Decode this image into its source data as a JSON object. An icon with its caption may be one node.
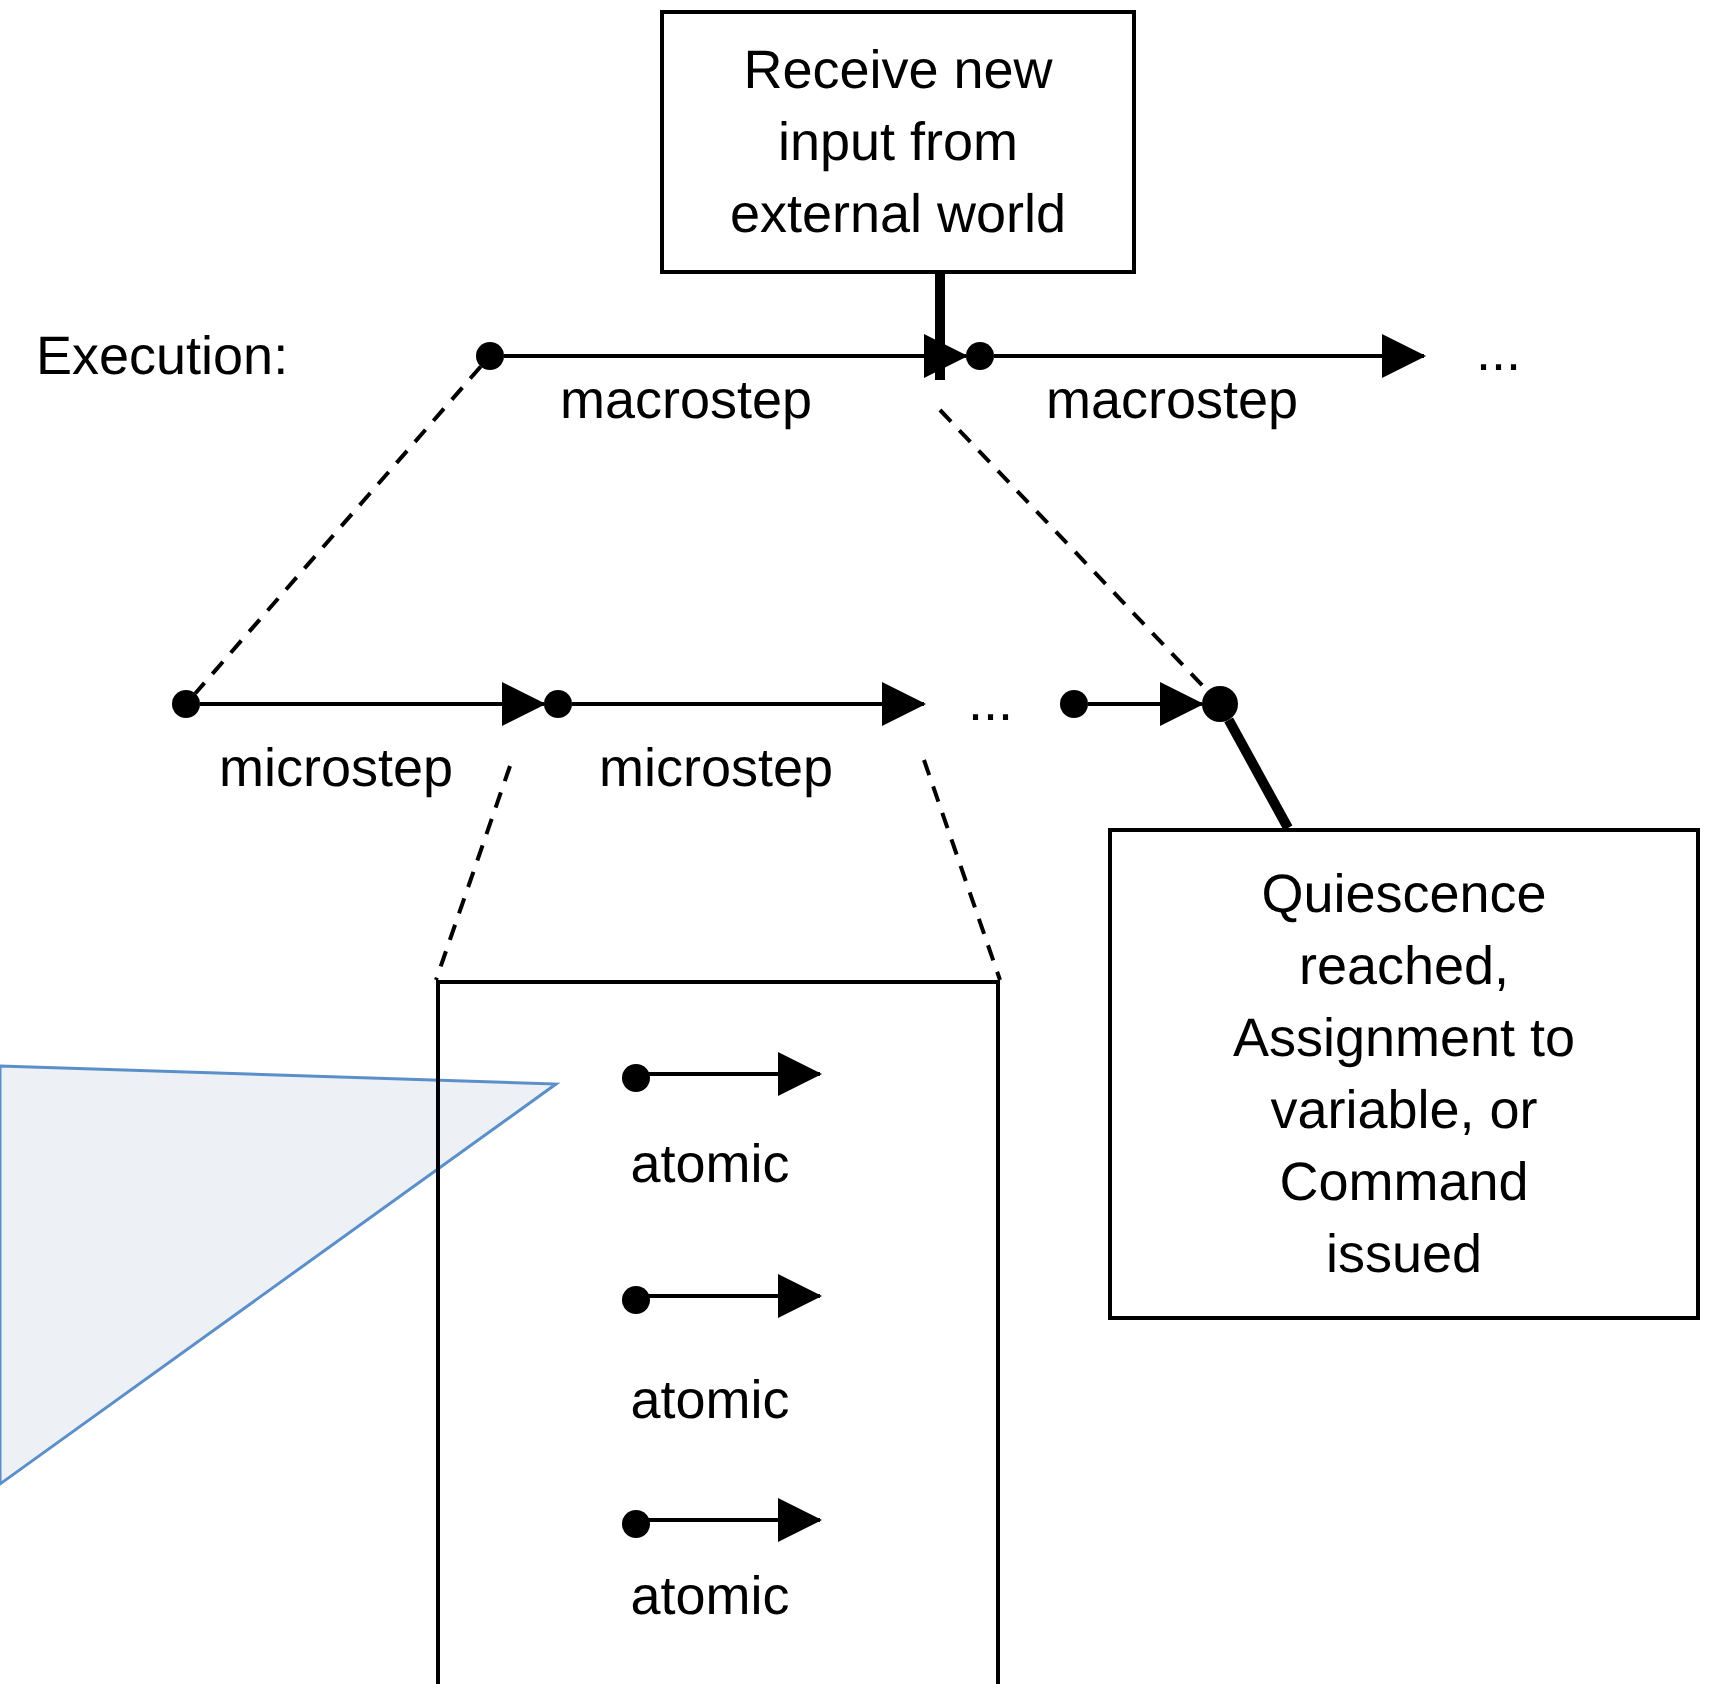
{
  "diagram": {
    "nodes": [
      {
        "text": [
          "Receive new input from external world"
        ]
      },
      {
        "text": [],
        "shape": "circle"
      },
      {
        "text": [],
        "shape": "circle"
      },
      {
        "text": [],
        "shape": "circle"
      },
      {
        "text": [],
        "shape": "circle"
      },
      {
        "text": [],
        "shape": "circle"
      },
      {
        "text": [],
        "shape": "circle"
      },
      {
        "text": [
          "Quiescence reached, Assignment to variable, or Command issued"
        ]
      },
      {
        "text": [],
        "shape": "box"
      },
      {
        "text": [],
        "shape": "circle",
        "in": 8
      },
      {
        "text": [],
        "shape": "circle",
        "in": 8
      },
      {
        "text": [],
        "shape": "circle",
        "in": 8
      },
      {
        "text": [],
        "shape": "callout"
      }
    ],
    "edges": [
      {
        "from": 1,
        "to": 2,
        "arrow": "to",
        "label": "macrostep"
      },
      {
        "from": 2,
        "to": null,
        "arrow": "to",
        "label": "macrostep"
      },
      {
        "from": 3,
        "to": 4,
        "arrow": "to",
        "label": "microstep"
      },
      {
        "from": 4,
        "to": null,
        "arrow": "to",
        "label": "microstep"
      },
      {
        "from": 5,
        "to": 6,
        "arrow": "to"
      },
      {
        "from": 0,
        "to": null,
        "arrow": "none",
        "style": "thick"
      },
      {
        "from": 1,
        "to": 3,
        "arrow": "none",
        "style": "dashed"
      },
      {
        "from": null,
        "to": 6,
        "arrow": "none",
        "style": "dashed"
      },
      {
        "from": null,
        "to": 8,
        "arrow": "none",
        "style": "dashed"
      },
      {
        "from": null,
        "to": 8,
        "arrow": "none",
        "style": "dashed"
      },
      {
        "from": 6,
        "to": 7,
        "arrow": "none",
        "style": "thick"
      },
      {
        "from": 9,
        "to": null,
        "arrow": "to",
        "label": "atomic"
      },
      {
        "from": 10,
        "to": null,
        "arrow": "to",
        "label": "atomic"
      },
      {
        "from": 11,
        "to": null,
        "arrow": "to",
        "label": "atomic"
      }
    ],
    "labels": [
      "Execution:",
      "...",
      "..."
    ]
  }
}
